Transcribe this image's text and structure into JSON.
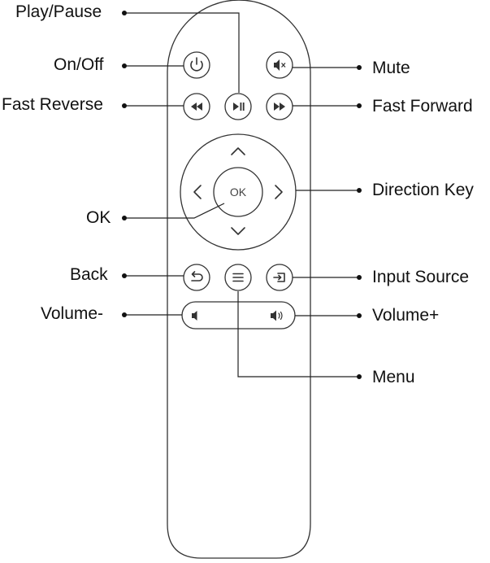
{
  "labels": {
    "play_pause": "Play/Pause",
    "on_off": "On/Off",
    "fast_reverse": "Fast Reverse",
    "ok": "OK",
    "back": "Back",
    "volume_minus": "Volume-",
    "mute": "Mute",
    "fast_forward": "Fast Forward",
    "direction_key": "Direction Key",
    "input_source": "Input Source",
    "volume_plus": "Volume+",
    "menu": "Menu"
  },
  "remote": {
    "ok_button": "OK"
  },
  "colors": {
    "outline": "#333333",
    "text": "#111111",
    "background": "#ffffff"
  }
}
